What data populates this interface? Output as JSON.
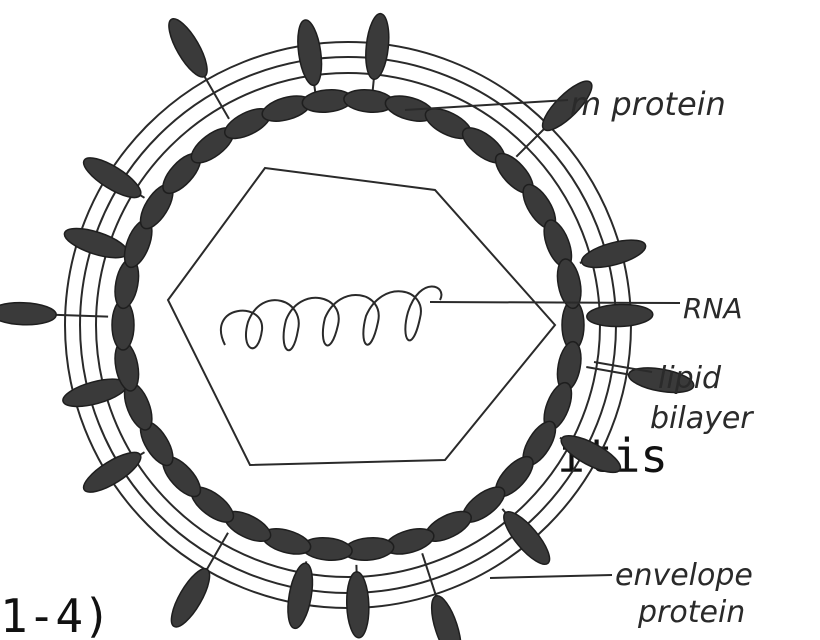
{
  "diagram": {
    "labels": {
      "m_protein": "m protein",
      "rna": "RNA",
      "lipid_line1": "lipid",
      "lipid_line2": "bilayer",
      "envelope_line1": "envelope",
      "envelope_line2": "protein"
    },
    "background_text": {
      "line1": "itis",
      "line2": "1-4)"
    },
    "colors": {
      "ink": "#2a2a2a",
      "fill": "#3a3a3a",
      "background": "#ffffff"
    }
  }
}
